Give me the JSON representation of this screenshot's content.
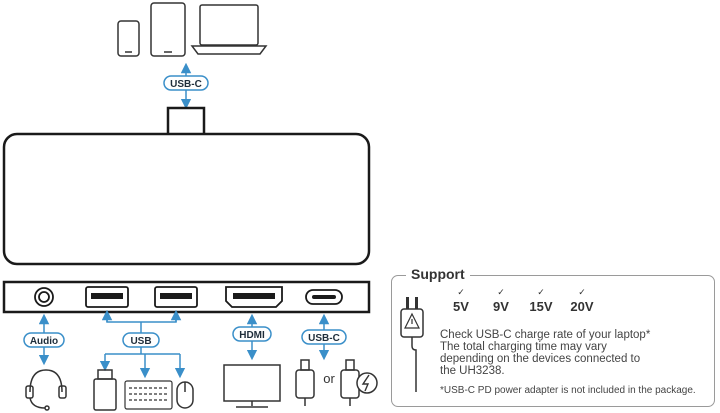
{
  "diagram": {
    "ports": {
      "top_label": "USB-C",
      "audio_label": "Audio",
      "usb_label": "USB",
      "hdmi_label": "HDMI",
      "usbc_label": "USB-C",
      "or_text": "or"
    },
    "icons": {
      "top": [
        "phone-icon",
        "tablet-icon",
        "laptop-icon"
      ],
      "audio": "headset-icon",
      "usb": [
        "usb-drive-icon",
        "keyboard-icon",
        "mouse-icon"
      ],
      "hdmi": "monitor-icon",
      "usbc": [
        "usb-c-cable-icon",
        "power-adapter-icon"
      ]
    },
    "colors": {
      "arrow": "#3a8fc9",
      "label_border": "#3a8fc9",
      "outline": "#1a1a1a"
    }
  },
  "support": {
    "title": "Support",
    "voltages": [
      "5V",
      "9V",
      "15V",
      "20V"
    ],
    "check_glyph": "✓",
    "note_lines": [
      "Check USB-C charge rate of your laptop*",
      "The total charging time may vary",
      "depending on the devices connected to",
      "the UH3238."
    ],
    "footnote": "*USB-C PD power adapter is not included in the package.",
    "icon": "wall-adapter-icon"
  }
}
